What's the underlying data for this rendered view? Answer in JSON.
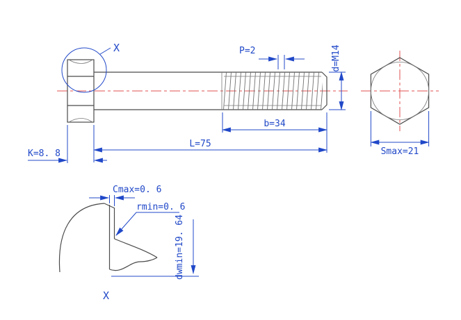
{
  "side_view": {
    "detail_ref": "X",
    "dim_pitch": "P=2",
    "dim_thread": "d=M14",
    "dim_thread_length": "b=34",
    "dim_total_length": "L=75",
    "dim_head_height": "K=8. 8"
  },
  "end_view": {
    "dim_across_flats": "Smax=21"
  },
  "detail_view": {
    "label": "X",
    "dim_chamfer": "Cmax=0. 6",
    "dim_fillet": "rmin=0. 6",
    "dim_washer_face": "dwmin=19. 64"
  },
  "colors": {
    "dimension_blue": "#2048c8",
    "centerline_red": "#e05252",
    "outline_gray": "#4a4a4a"
  }
}
